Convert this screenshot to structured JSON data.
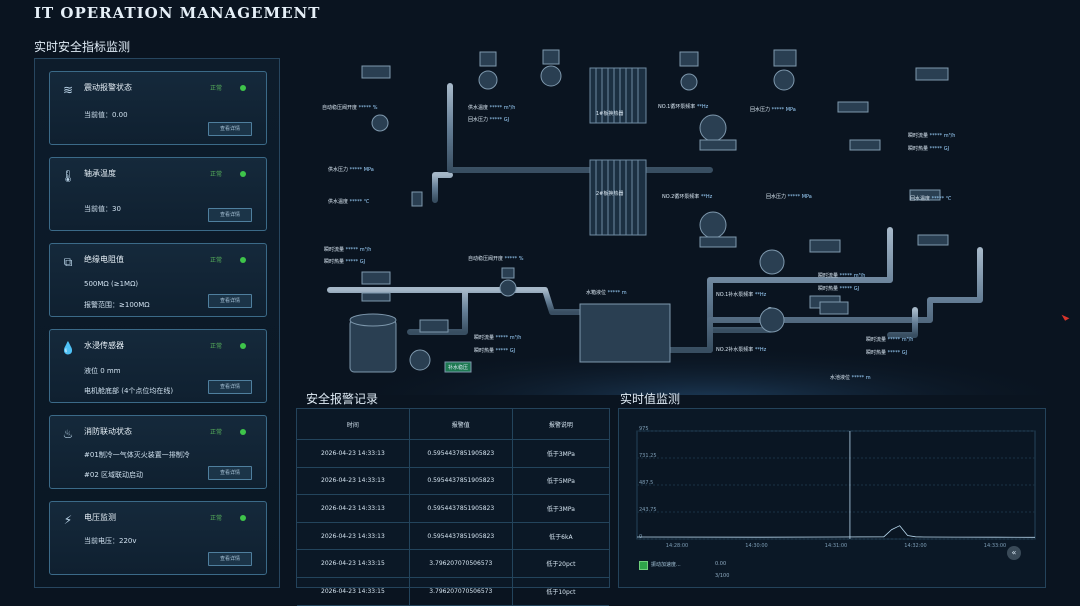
{
  "header": {
    "title": "IT OPERATION MANAGEMENT"
  },
  "monitor_title": "实时安全指标监测",
  "cards": [
    {
      "title": "震动报警状态",
      "status": "正常",
      "lines": [
        "当前值：0.00"
      ],
      "button": "查看详情"
    },
    {
      "title": "轴承温度",
      "status": "正常",
      "lines": [
        "当前值：30"
      ],
      "button": "查看详情"
    },
    {
      "title": "绝缘电阻值",
      "status": "正常",
      "lines": [
        "500MΩ (≥1MΩ)",
        "报警范围：≥100MΩ"
      ],
      "button": "查看详情"
    },
    {
      "title": "水浸传感器",
      "status": "正常",
      "lines": [
        "液位 0 mm",
        "电机舱底部 (4个点位均在线)"
      ],
      "button": "查看详情"
    },
    {
      "title": "消防联动状态",
      "status": "正常",
      "lines": [
        "#01制冷一气体灭火装置一排制冷",
        "#02 区域联动启动"
      ],
      "button": "查看详情"
    },
    {
      "title": "电压监测",
      "status": "正常",
      "lines": [
        "当前电压：220v"
      ],
      "button": "查看详情"
    }
  ],
  "diagram": {
    "labels": [
      {
        "t": "自动稳压阀开度",
        "v": "***** %"
      },
      {
        "t": "供水温度",
        "v": "***** m³/h"
      },
      {
        "t": "回水压力",
        "v": "***** GJ"
      },
      {
        "t": "1#板换热器",
        "v": ""
      },
      {
        "t": "NO.1循环泵频率",
        "v": "**Hz"
      },
      {
        "t": "回水压力",
        "v": "***** MPa"
      },
      {
        "t": "瞬时流量",
        "v": "***** m³/h"
      },
      {
        "t": "瞬时热量",
        "v": "***** GJ"
      },
      {
        "t": "供水压力",
        "v": "***** MPa"
      },
      {
        "t": "供水温度",
        "v": "***** ℃"
      },
      {
        "t": "2#板换热器",
        "v": ""
      },
      {
        "t": "NO.2循环泵频率",
        "v": "**Hz"
      },
      {
        "t": "回水压力",
        "v": "***** MPa"
      },
      {
        "t": "回水温度",
        "v": "***** ℃"
      },
      {
        "t": "瞬时流量",
        "v": "***** m³/h"
      },
      {
        "t": "瞬时热量",
        "v": "***** GJ"
      },
      {
        "t": "自动稳压阀开度",
        "v": "***** %"
      },
      {
        "t": "水箱液位",
        "v": "***** m"
      },
      {
        "t": "瞬时流量",
        "v": "***** m³/h"
      },
      {
        "t": "瞬时热量",
        "v": "***** GJ"
      },
      {
        "t": "NO.1补水泵频率",
        "v": "**Hz"
      },
      {
        "t": "NO.2补水泵频率",
        "v": "**Hz"
      },
      {
        "t": "瞬时流量",
        "v": "***** m³/h"
      },
      {
        "t": "瞬时热量",
        "v": "***** GJ"
      },
      {
        "t": "瞬时流量",
        "v": "***** m³/h"
      },
      {
        "t": "瞬时热量",
        "v": "***** GJ"
      },
      {
        "t": "补水稳压",
        "v": ""
      },
      {
        "t": "水池液位",
        "v": "***** m"
      }
    ]
  },
  "alarms": {
    "title": "安全报警记录",
    "columns": [
      "时间",
      "报警值",
      "报警说明"
    ],
    "rows": [
      [
        "2026-04-23 14:33:13",
        "0.5954437851905823",
        "低于3MPa"
      ],
      [
        "2026-04-23 14:33:13",
        "0.5954437851905823",
        "低于5MPa"
      ],
      [
        "2026-04-23 14:33:13",
        "0.5954437851905823",
        "低于3MPa"
      ],
      [
        "2026-04-23 14:33:13",
        "0.5954437851905823",
        "低于6kA"
      ],
      [
        "2026-04-23 14:33:15",
        "3.796207070506573",
        "低于20pct"
      ],
      [
        "2026-04-23 14:33:15",
        "3.796207070506573",
        "低于10pct"
      ]
    ]
  },
  "realtime": {
    "title": "实时值监测",
    "legend_label": "振动加速度...",
    "legend_value1": "0.00",
    "legend_value2": "3/100"
  },
  "chart_data": {
    "type": "line",
    "yticks": [
      "975",
      "731.25",
      "487.5",
      "243.75",
      "0"
    ],
    "xticks": [
      "14:28:00",
      "14:30:00",
      "14:31:00",
      "14:32:00",
      "14:33:00"
    ],
    "ylim": [
      0,
      975
    ],
    "series": [
      {
        "x": [
          0,
          0.3,
          0.5,
          0.62,
          0.64,
          0.66,
          0.68,
          0.7,
          0.72,
          0.8,
          0.9,
          1.0
        ],
        "values": [
          18,
          16,
          18,
          20,
          85,
          120,
          32,
          20,
          18,
          17,
          16,
          15
        ]
      }
    ],
    "spike": {
      "x": 0.535,
      "value": 975
    }
  },
  "colors": {
    "accent": "#9fd4ff",
    "ok": "#3ec44a",
    "pipe": "#8aa4bb"
  }
}
